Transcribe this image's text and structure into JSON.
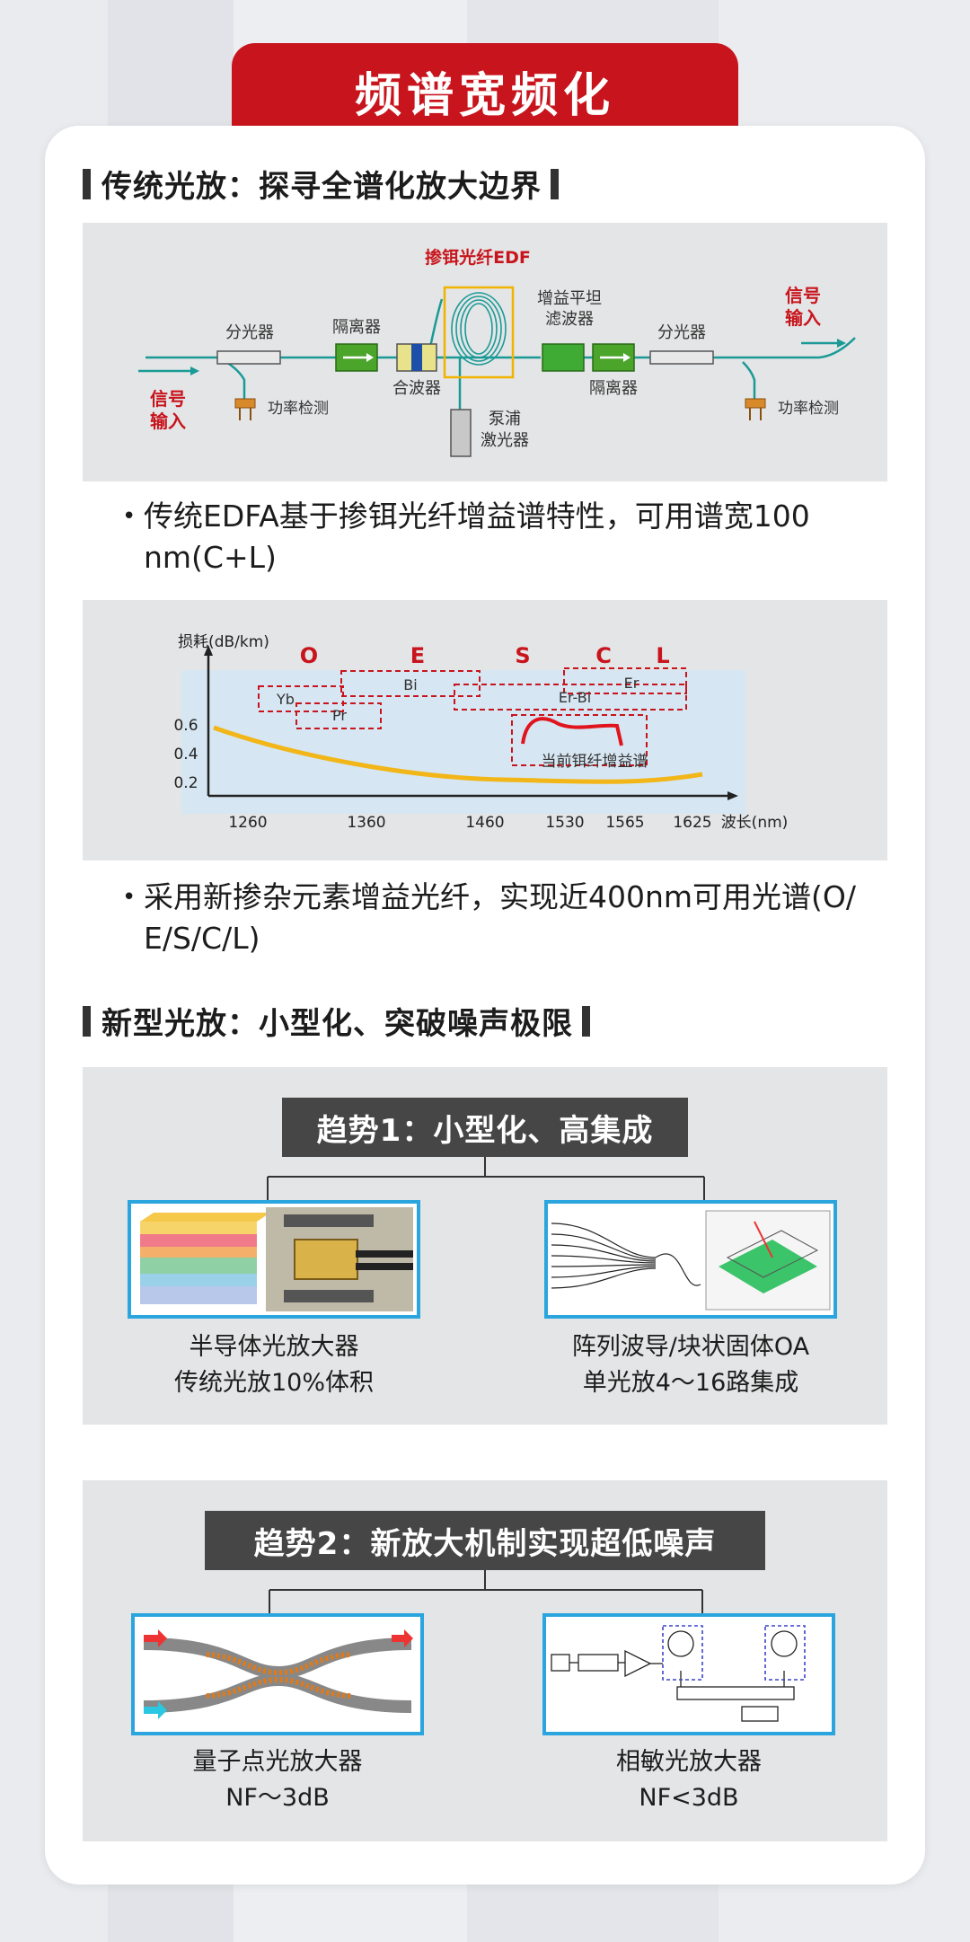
{
  "header": {
    "title": "频谱宽频化"
  },
  "section1": {
    "title": "传统光放：探寻全谱化放大边界",
    "edfa": {
      "edf_label": "掺铒光纤EDF",
      "splitter_left": "分光器",
      "isolator_left": "隔离器",
      "wdm": "合波器",
      "gain_filter_1": "增益平坦",
      "gain_filter_2": "滤波器",
      "splitter_right": "分光器",
      "isolator_right": "隔离器",
      "pump_1": "泵浦",
      "pump_2": "激光器",
      "signal_in_1": "信号",
      "signal_in_2": "输入",
      "signal_out_1": "信号",
      "signal_out_2": "输入",
      "power_monitor_left": "功率检测",
      "power_monitor_right": "功率检测"
    },
    "bullet1": "传统EDFA基于掺铒光纤增益谱特性，可用谱宽100 nm(C+L)",
    "spectrum": {
      "ylabel": "损耗(dB/km)",
      "xlabel": "波长(nm)",
      "y_ticks": [
        "0.6",
        "0.4",
        "0.2"
      ],
      "x_ticks": [
        "1260",
        "1360",
        "1460",
        "1530",
        "1565",
        "1625"
      ],
      "bands": [
        "O",
        "E",
        "S",
        "C",
        "L"
      ],
      "dopants": [
        "Yb",
        "Pr",
        "Bi",
        "Er-Bi",
        "Er"
      ],
      "gain_label": "当前铒纤增益谱",
      "band_color": "#c8151d",
      "loss_curve_color": "#f2b619",
      "gain_curve_color": "#e0141c"
    },
    "bullet2": "采用新掺杂元素增益光纤，实现近400nm可用光谱(O/ E/S/C/L)"
  },
  "section2": {
    "title": "新型光放：小型化、突破噪声极限",
    "trend1": {
      "title": "趋势1：小型化、高集成",
      "left": {
        "line1": "半导体光放大器",
        "line2": "传统光放10%体积"
      },
      "right": {
        "line1": "阵列波导/块状固体OA",
        "line2": "单光放4～16路集成"
      }
    },
    "trend2": {
      "title": "趋势2：新放大机制实现超低噪声",
      "left": {
        "line1": "量子点光放大器",
        "line2": "NF～3dB"
      },
      "right": {
        "line1": "相敏光放大器",
        "line2": "NF<3dB"
      }
    }
  },
  "colors": {
    "accent": "#c8151d",
    "frame": "#2aa5de",
    "panel": "#e4e5e6",
    "trend_bg": "#464646"
  }
}
